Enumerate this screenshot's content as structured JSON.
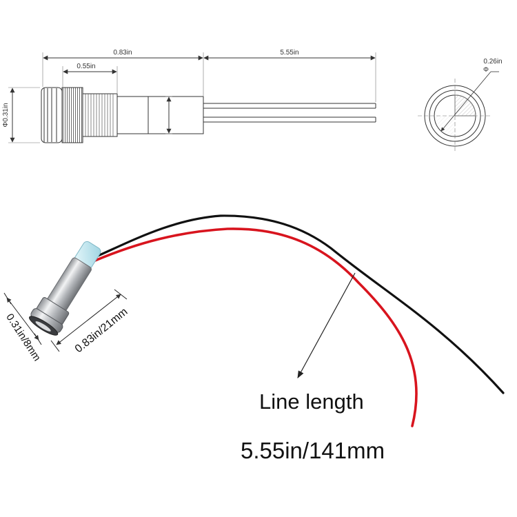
{
  "drawing": {
    "overall_length": "0.83in",
    "wire_length": "5.55in",
    "thread_length": "0.55in",
    "body_diameter": "Φ0.31in",
    "lens_diameter": "0.26in",
    "phi_symbol": "Φ"
  },
  "photo": {
    "diameter_label": "0.31in/8mm",
    "length_label": "0.83in/21mm",
    "line_title": "Line length",
    "line_value": "5.55in/141mm"
  },
  "colors": {
    "red_wire": "#d8141e",
    "black_wire": "#111111",
    "metal": "#b9bcc0",
    "lens": "#bfe6ef"
  }
}
